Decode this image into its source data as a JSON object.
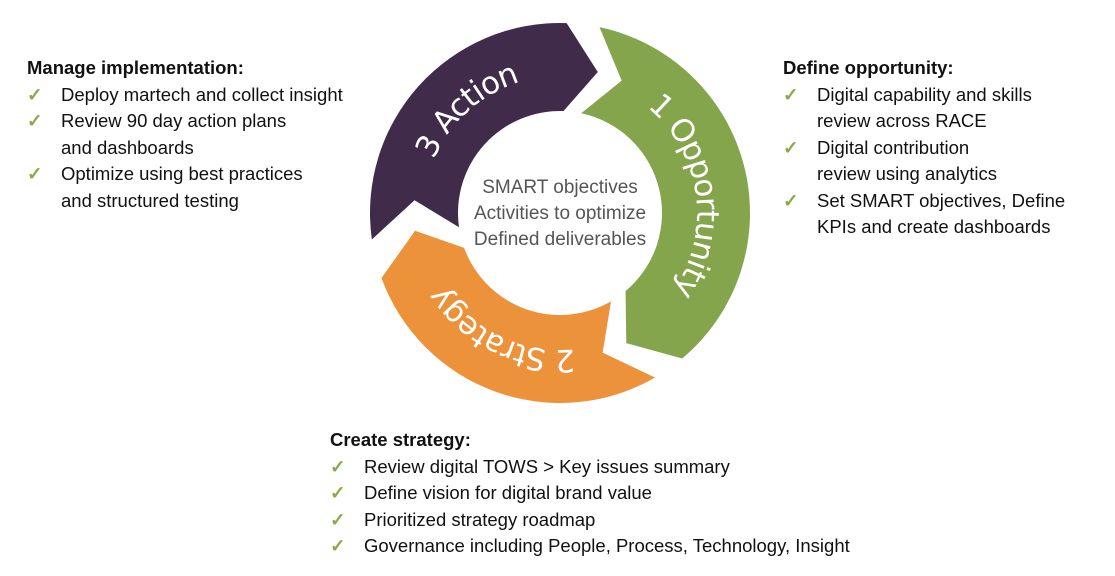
{
  "center_text": [
    "SMART objectives",
    "Activities to optimize",
    "Defined deliverables"
  ],
  "segments": [
    {
      "label": "1 Opportunity",
      "color": "#84a54b"
    },
    {
      "label": "2 Strategy",
      "color": "#ec923a"
    },
    {
      "label": "3 Action",
      "color": "#412b4b"
    }
  ],
  "manage": {
    "heading": "Manage implementation:",
    "items": [
      [
        "Deploy martech and collect insight"
      ],
      [
        "Review 90 day action plans",
        "and dashboards"
      ],
      [
        "Optimize using best practices",
        "and structured testing"
      ]
    ]
  },
  "define": {
    "heading": "Define opportunity:",
    "items": [
      [
        "Digital capability and skills",
        "review across RACE"
      ],
      [
        "Digital contribution",
        "review using analytics"
      ],
      [
        "Set SMART objectives, Define",
        "KPIs and create dashboards"
      ]
    ]
  },
  "create": {
    "heading": "Create strategy:",
    "items": [
      [
        "Review digital TOWS > Key issues summary"
      ],
      [
        "Define vision for digital brand value"
      ],
      [
        "Prioritized strategy roadmap"
      ],
      [
        "Governance including People, Process, Technology, Insight"
      ]
    ]
  },
  "check_symbol": "✓"
}
